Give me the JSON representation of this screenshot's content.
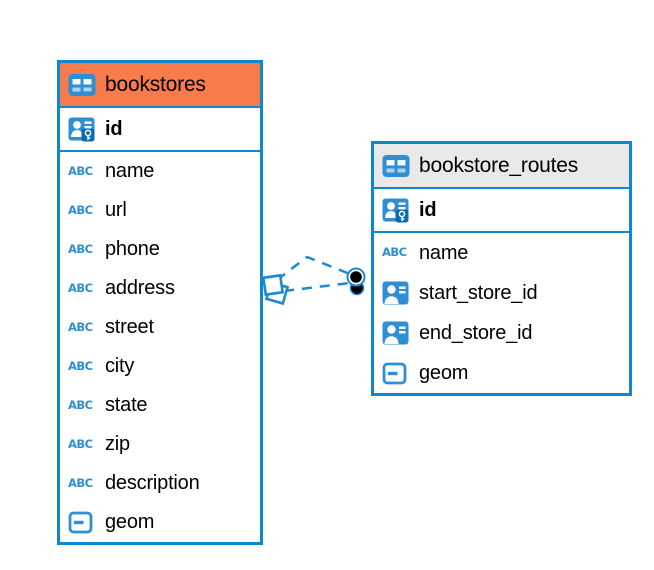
{
  "diagram": {
    "background": "#ffffff"
  },
  "colors": {
    "accent_blue": "#0d87ce",
    "icon_blue": "#2e8fd4",
    "key_badge_blue": "#0a6aae",
    "relationship_line": "#1e88d2",
    "marker_dot": "#000000",
    "text": "#000000"
  },
  "tables": [
    {
      "title": "bookstores",
      "header_icon": "table-icon",
      "header_bg": "#f87b4b",
      "columns": [
        {
          "name": "id",
          "icon": "primary-key-icon",
          "key": true
        },
        {
          "name": "name",
          "icon": "text-icon"
        },
        {
          "name": "url",
          "icon": "text-icon"
        },
        {
          "name": "phone",
          "icon": "text-icon"
        },
        {
          "name": "address",
          "icon": "text-icon"
        },
        {
          "name": "street",
          "icon": "text-icon"
        },
        {
          "name": "city",
          "icon": "text-icon"
        },
        {
          "name": "state",
          "icon": "text-icon"
        },
        {
          "name": "zip",
          "icon": "text-icon"
        },
        {
          "name": "description",
          "icon": "text-icon"
        },
        {
          "name": "geom",
          "icon": "geometry-icon"
        }
      ]
    },
    {
      "title": "bookstore_routes",
      "header_icon": "table-icon",
      "header_bg": "#e9e9e9",
      "columns": [
        {
          "name": "id",
          "icon": "primary-key-icon",
          "key": true
        },
        {
          "name": "name",
          "icon": "text-icon"
        },
        {
          "name": "start_store_id",
          "icon": "reference-icon"
        },
        {
          "name": "end_store_id",
          "icon": "reference-icon"
        },
        {
          "name": "geom",
          "icon": "geometry-icon"
        }
      ]
    }
  ],
  "relationships": [
    {
      "between": [
        "bookstores",
        "bookstore_routes"
      ],
      "line_style": "dashed",
      "left_marker": "diamond",
      "right_marker": "dot"
    },
    {
      "between": [
        "bookstores",
        "bookstore_routes"
      ],
      "line_style": "dashed",
      "left_marker": "diamond",
      "right_marker": "dot"
    }
  ]
}
